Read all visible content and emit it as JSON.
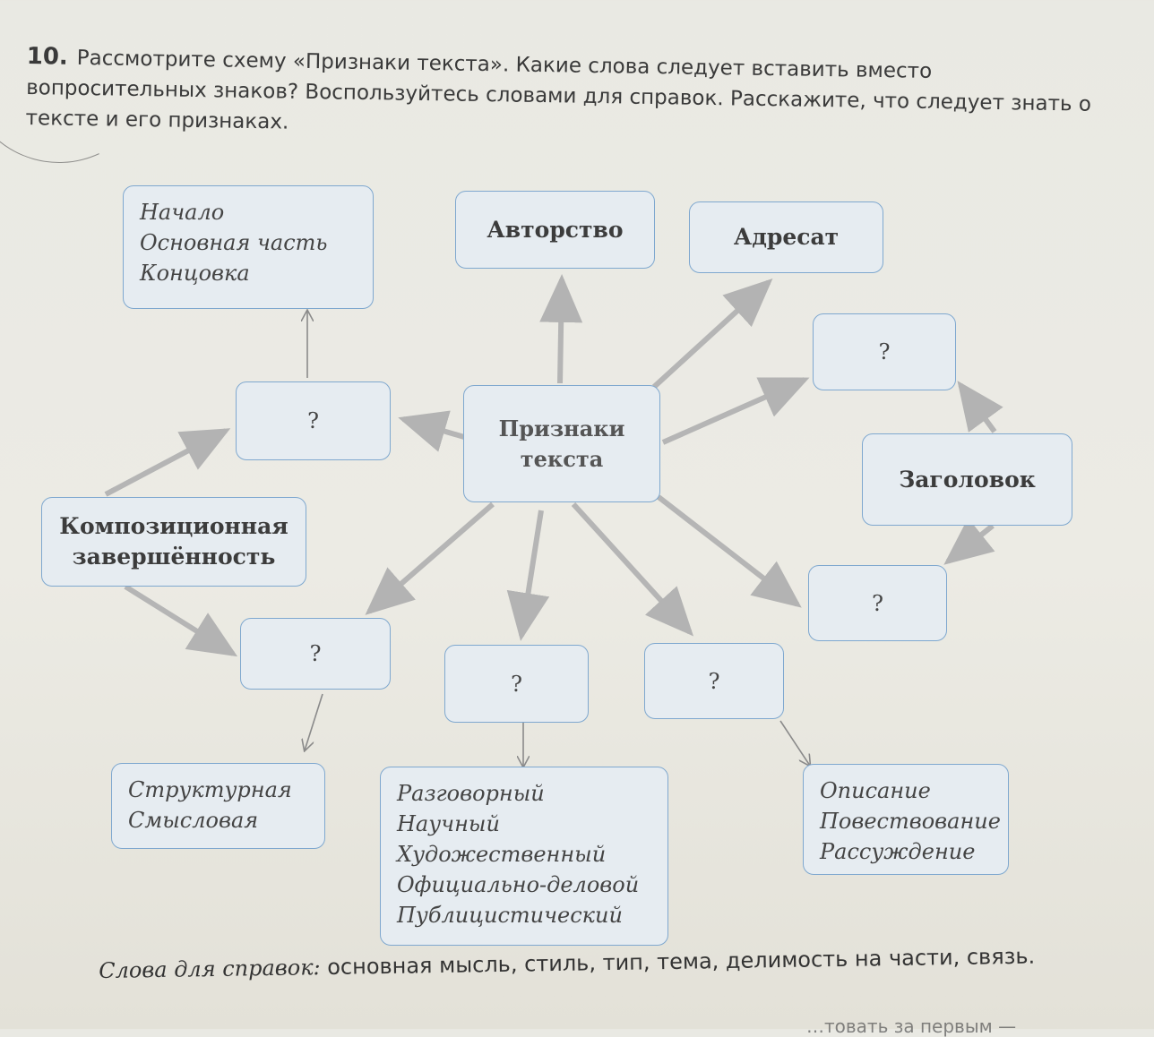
{
  "task": {
    "number": "10.",
    "text": "Рассмотрите схему «Признаки текста». Какие слова следует вставить вместо вопросительных знаков? Воспользуйтесь словами для справок. Расскажите, что следует знать о тексте и его признаках."
  },
  "boxes": {
    "center": [
      "Признаки",
      "текста"
    ],
    "authorship": "Авторство",
    "addressee": "Адресат",
    "heading": "Заголовок",
    "composition": [
      "Композиционная",
      "завершённость"
    ],
    "q_top_left": "?",
    "q_top_right": "?",
    "q_bottom_left": "?",
    "q_bottom_mid": "?",
    "q_bottom_right": "?",
    "q_right_low": "?",
    "parts_list": [
      "Начало",
      "Основная часть",
      "Концовка"
    ],
    "connection_list": [
      "Структурная",
      "Смысловая"
    ],
    "style_list": [
      "Разговорный",
      "Научный",
      "Художественный",
      "Официально-деловой",
      "Публицистический"
    ],
    "type_list": [
      "Описание",
      "Повествование",
      "Рассуждение"
    ]
  },
  "hint": {
    "label": "Слова для справок:",
    "words": "основная мысль, стиль, тип, тема, делимость на части, связь."
  },
  "footer_fragment": "…товать за первым —"
}
